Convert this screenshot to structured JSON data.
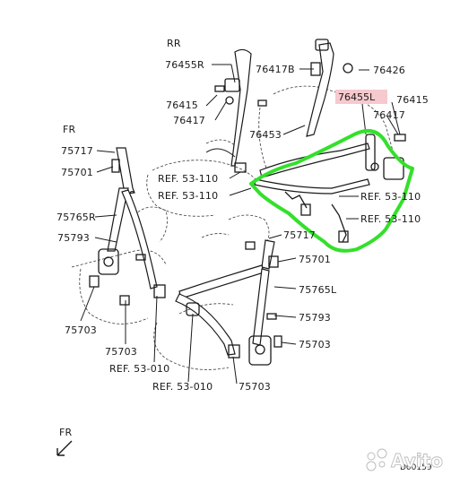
{
  "labels": {
    "rr": "RR",
    "fr_top": "FR",
    "fr_bottom": "FR",
    "p76455R": "76455R",
    "p76417B": "76417B",
    "p76426": "76426",
    "p76415_left": "76415",
    "p76417_left": "76417",
    "p76455L": "76455L",
    "p76415_right": "76415",
    "p76417_right": "76417",
    "p76453": "76453",
    "p75717_left": "75717",
    "p75701_left": "75701",
    "ref_a": "REF. 53-110",
    "ref_b": "REF. 53-110",
    "ref_c": "REF. 53-110",
    "ref_d": "REF. 53-110",
    "p75765R": "75765R",
    "p75793_left": "75793",
    "p75717_right": "75717",
    "p75701_right": "75701",
    "p75765L": "75765L",
    "p75793_right": "75793",
    "p75703_right": "75703",
    "p75703_lower": "75703",
    "p75703_left": "75703",
    "p75703_left2": "75703",
    "ref_e": "REF. 53-010",
    "ref_f": "REF. 53-010",
    "code": "D00159"
  },
  "watermark": "Avito",
  "colors": {
    "highlight_stroke": "#33e02a",
    "highlight_box": "#f6c9cf"
  }
}
